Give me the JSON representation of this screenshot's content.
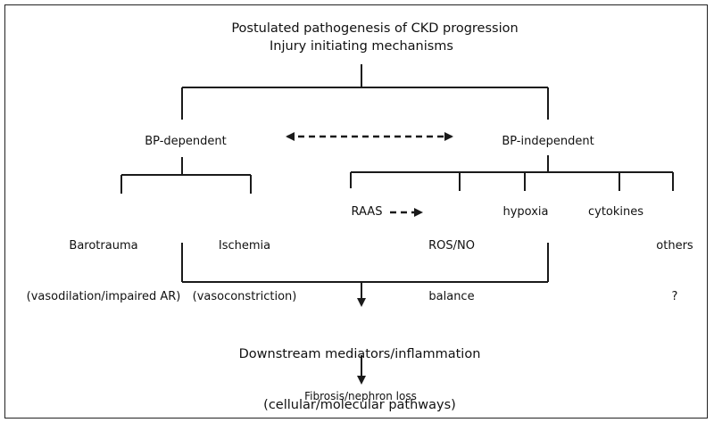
{
  "header": {
    "title": "Postulated pathogenesis of CKD progression",
    "subtitle": "Injury initiating mechanisms"
  },
  "branches": {
    "left": "BP-dependent",
    "right": "BP-independent"
  },
  "left_children": {
    "barotrauma": {
      "line1": "Barotrauma",
      "line2": "(vasodilation/impaired AR)"
    },
    "ischemia": {
      "line1": "Ischemia",
      "line2": "(vasoconstriction)"
    }
  },
  "right_children": {
    "raas": "RAAS",
    "ros_no": {
      "line1": "ROS/NO",
      "line2": "balance"
    },
    "hypoxia": "hypoxia",
    "cytokines": "cytokines",
    "others": {
      "line1": "others",
      "line2": "?"
    }
  },
  "downstream": {
    "line1": "Downstream mediators/inflammation",
    "line2": "(cellular/molecular pathways)"
  },
  "outcome": "Fibrosis/nephron loss",
  "colors": {
    "line": "#1a1a1a",
    "text": "#111111"
  }
}
